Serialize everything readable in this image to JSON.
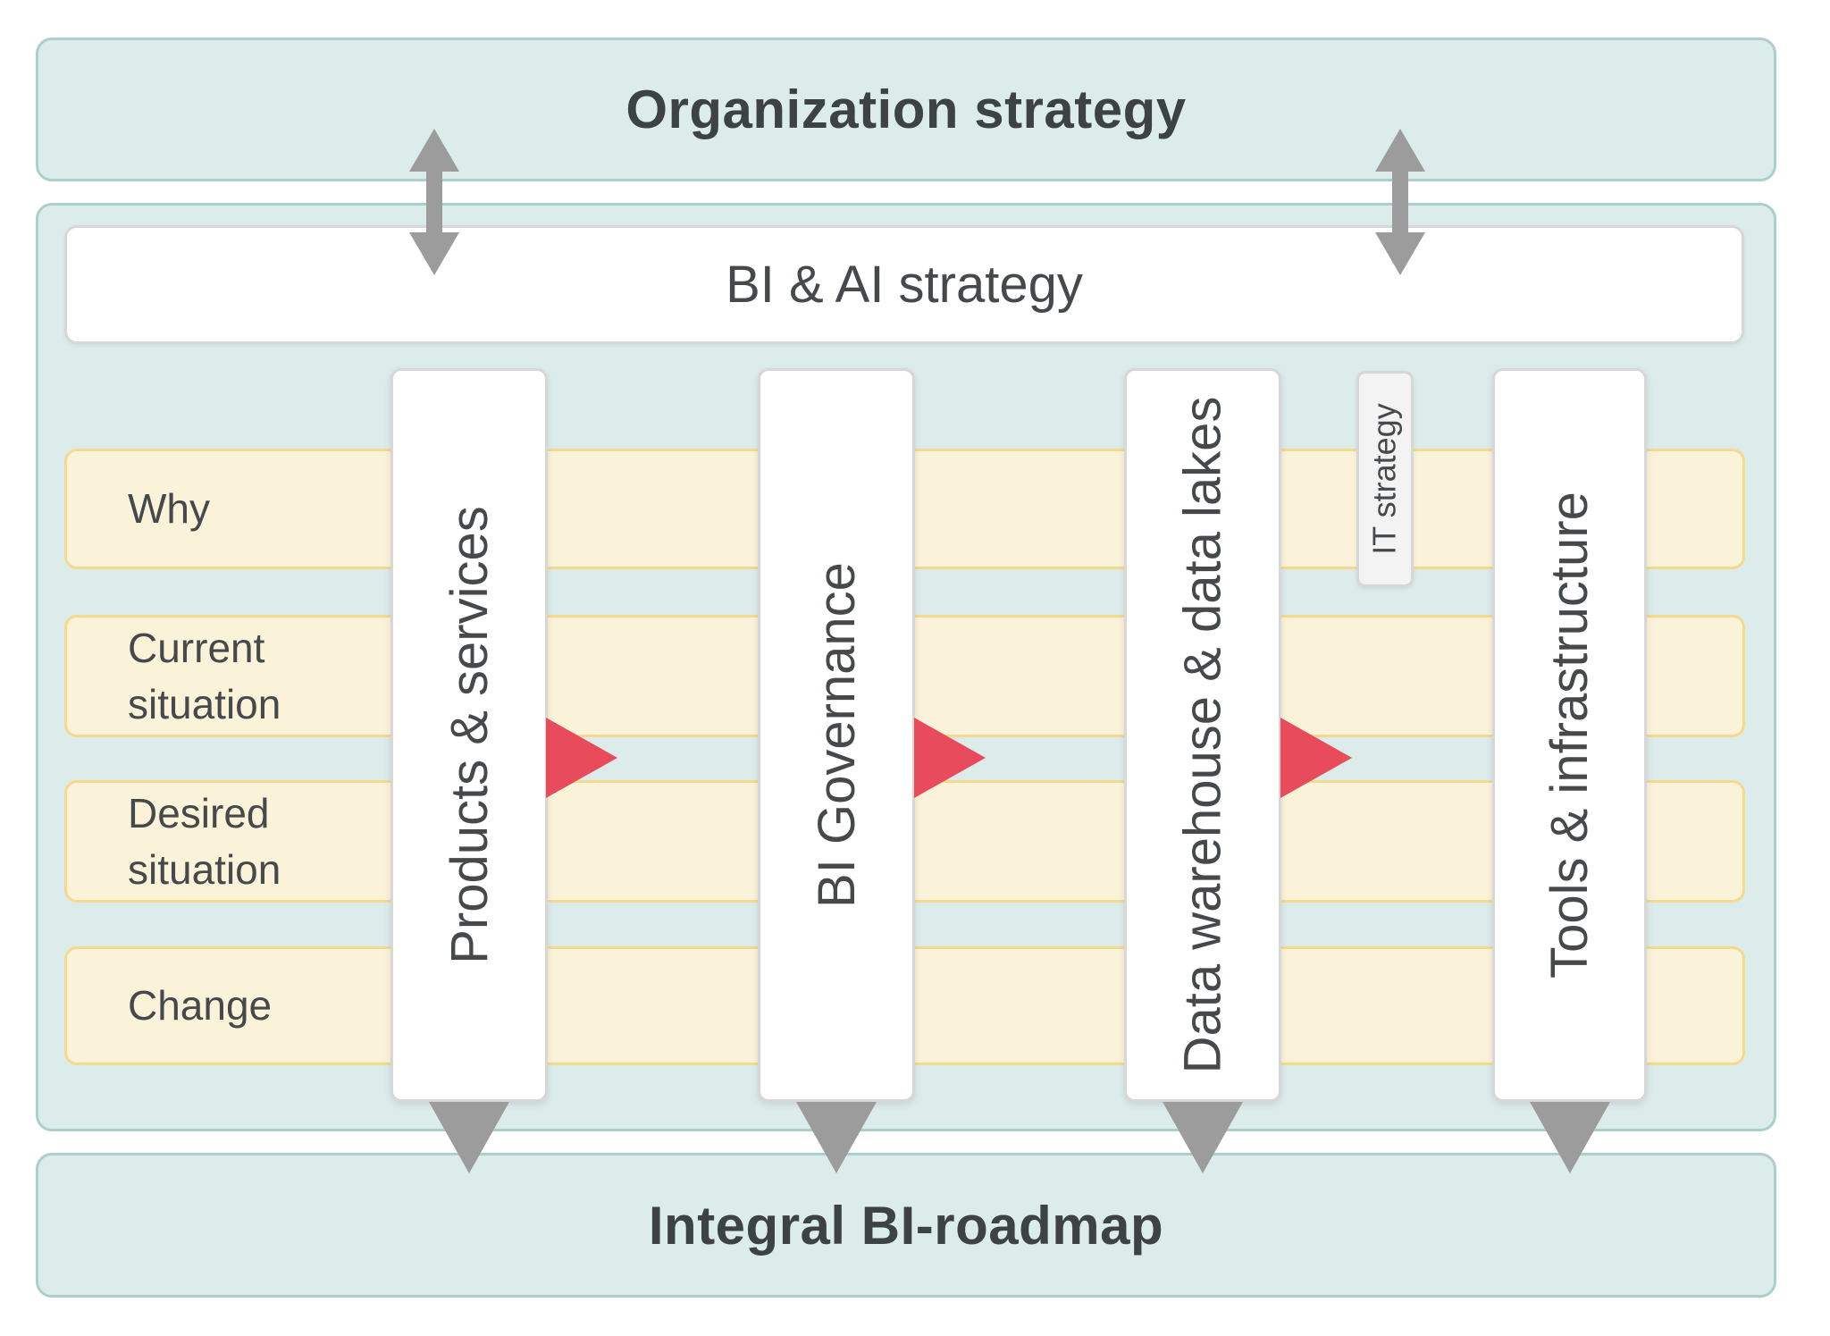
{
  "diagram": {
    "organization_strategy": {
      "label": "Organization strategy"
    },
    "bi_ai_strategy": {
      "label": "BI & AI strategy"
    },
    "rows": [
      {
        "label": "Why"
      },
      {
        "label": "Current situation"
      },
      {
        "label": "Desired situation"
      },
      {
        "label": "Change"
      }
    ],
    "columns": [
      {
        "label": "Products & services"
      },
      {
        "label": "BI Governance"
      },
      {
        "label": "Data warehouse & data lakes"
      },
      {
        "label": "Tools & infrastructure"
      }
    ],
    "it_strategy": {
      "label": "IT strategy"
    },
    "integral_roadmap": {
      "label": "Integral BI-roadmap"
    },
    "icons": {
      "strategy_link": "up-down-arrow-icon",
      "flow_between_columns": "right-arrow-icon",
      "column_output": "down-arrow-icon"
    }
  },
  "colors": {
    "teal_fill": "#dceceb",
    "teal_border": "#aacfcc",
    "card_fill": "#ffffff",
    "card_border": "#d7d7d7",
    "yellow_fill": "#faf3d9",
    "yellow_border": "#f6d98e",
    "it_fill": "#f3f3f4",
    "red_arrow": "#e84b5b",
    "gray_arrow": "#9c9c9c",
    "text_dark": "#3d4244",
    "text_medium": "#46494b"
  }
}
